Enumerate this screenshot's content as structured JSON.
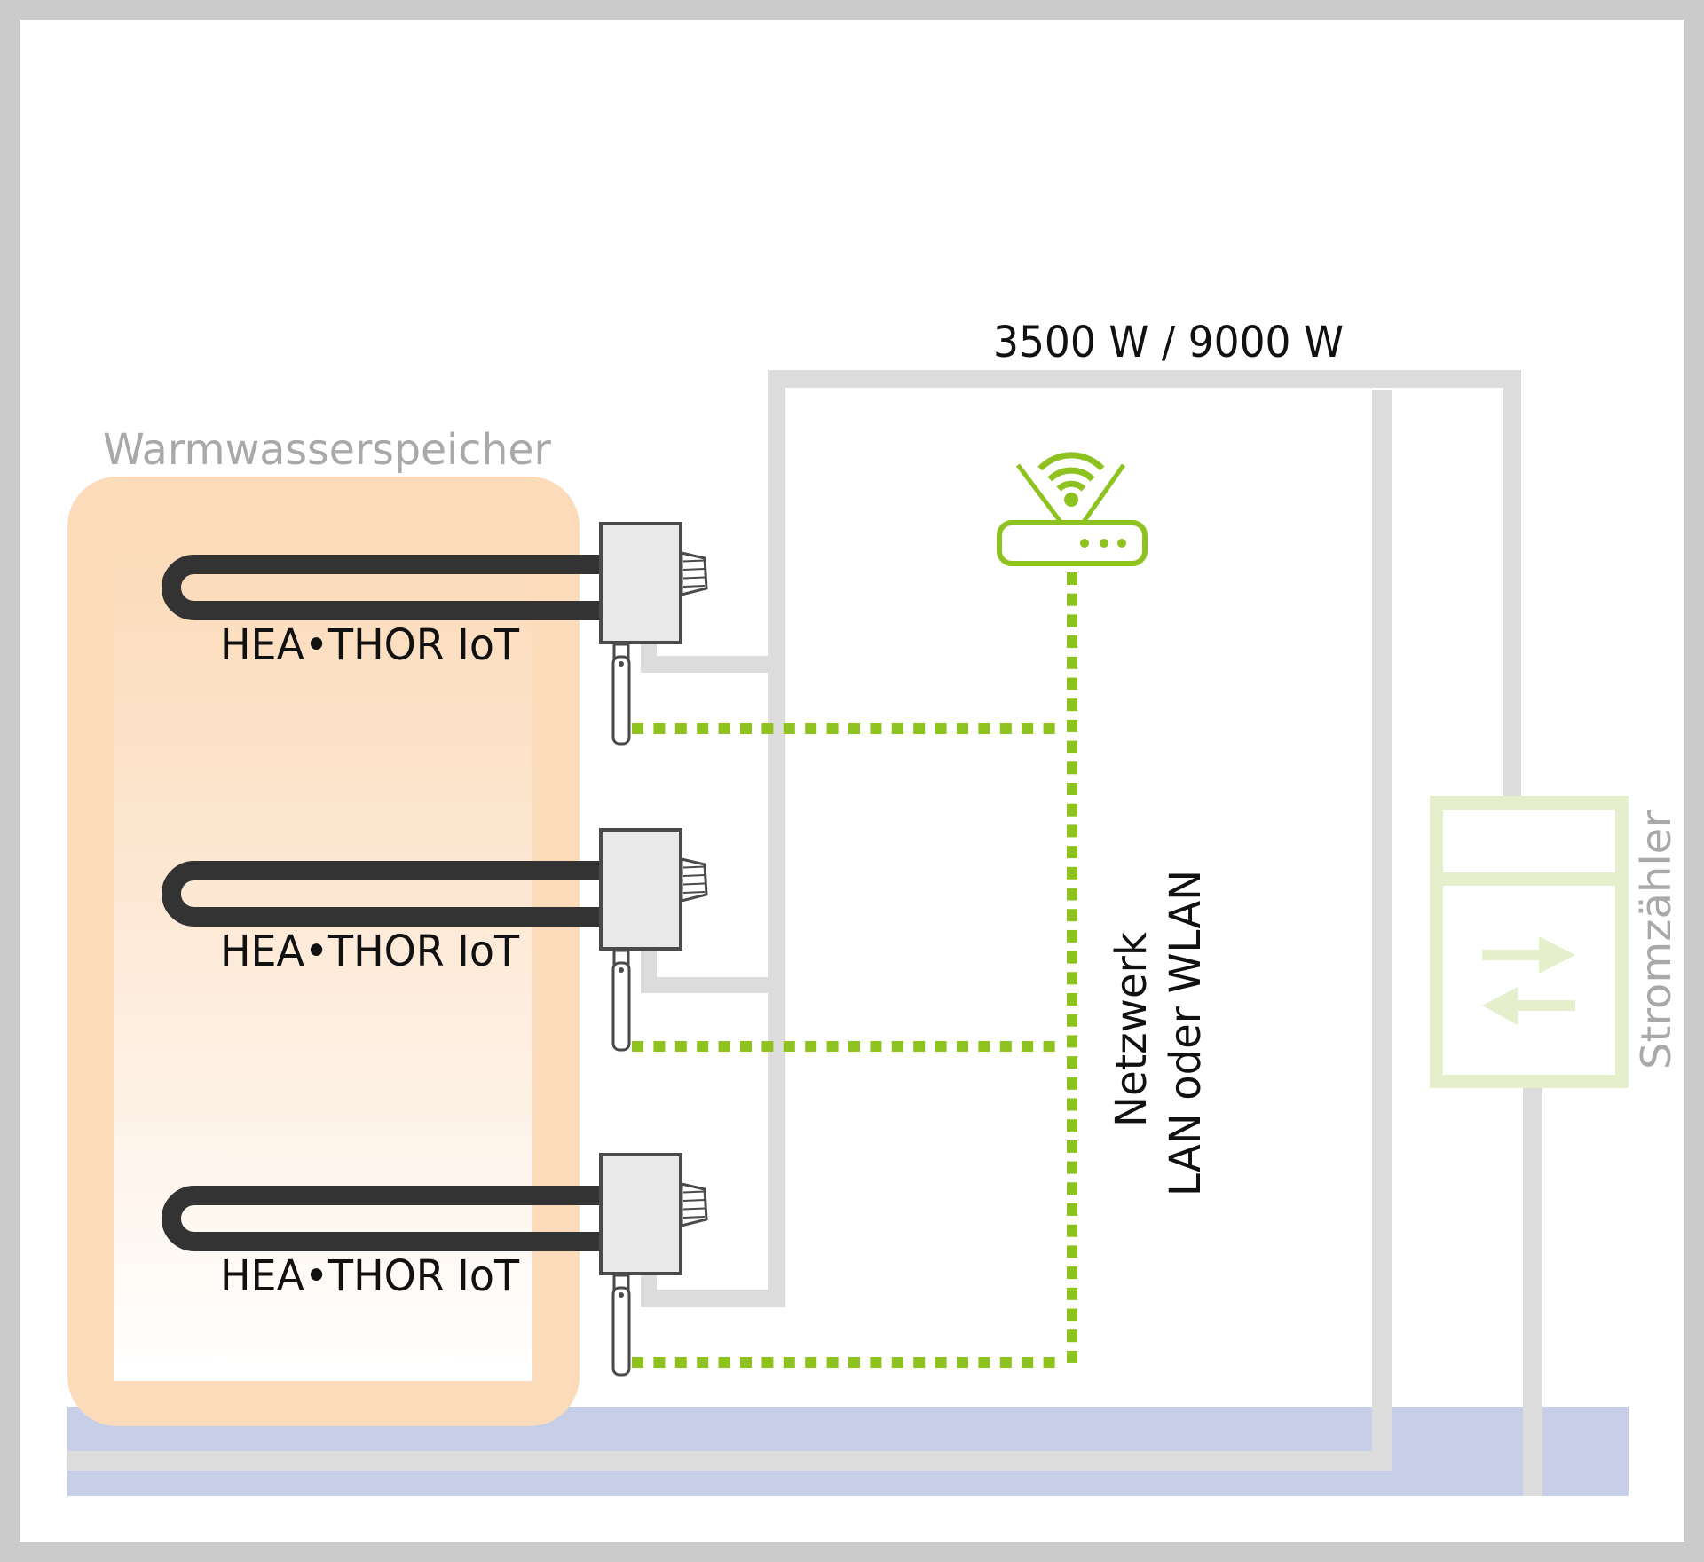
{
  "diagram": {
    "title": "HEA•THOR IoT Anschlussschema",
    "power_label": "3500 W / 9000 W",
    "tank_label": "Warmwasserspeicher",
    "heaters": [
      {
        "label": "HEA•THOR IoT"
      },
      {
        "label": "HEA•THOR IoT"
      },
      {
        "label": "HEA•THOR IoT"
      }
    ],
    "network_label_line1": "Netzwerk",
    "network_label_line2": "LAN oder WLAN",
    "meter_label": "Stromzähler",
    "icons": {
      "router": "wifi-router-icon",
      "meter_arrows": "bidirectional-arrows-icon"
    },
    "colors": {
      "frame": "#cbcbcb",
      "background": "#ffffff",
      "tank": "#fbdbb9",
      "heating_element": "#333333",
      "device_body": "#e9e9e9",
      "device_outline": "#4a4a4a",
      "power_cable": "#dcdcdc",
      "network": "#8dc21f",
      "grid_band": "#c6cfe7",
      "meter": "#e6efcc",
      "label_gray": "#a9a9a9"
    }
  }
}
